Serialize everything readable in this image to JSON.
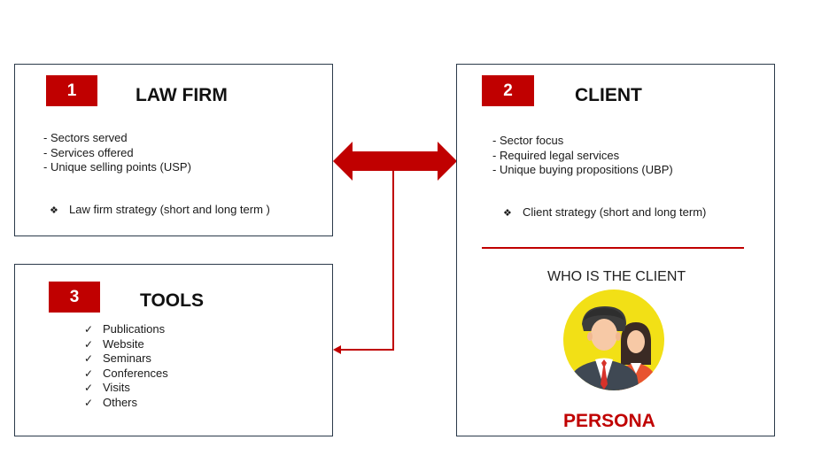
{
  "law_firm": {
    "number": "1",
    "title": "LAW FIRM",
    "lines": [
      "- Sectors served",
      "- Services offered",
      "- Unique selling points (USP)"
    ],
    "strategy": "Law firm strategy (short and long term )"
  },
  "client": {
    "number": "2",
    "title": "CLIENT",
    "lines": [
      "- Sector focus",
      "- Required legal services",
      "- Unique buying propositions (UBP)"
    ],
    "strategy": "Client strategy (short and long term)",
    "who_label": "WHO IS THE CLIENT",
    "persona_label": "PERSONA"
  },
  "tools": {
    "number": "3",
    "title": "TOOLS",
    "items": [
      "Publications",
      "Website",
      "Seminars",
      "Conferences",
      "Visits",
      "Others"
    ]
  },
  "icons": {
    "bullet_diamond": "❖",
    "check": "✓",
    "persona": "persona-icon"
  },
  "colors": {
    "accent": "#c00000",
    "border": "#2b3a4a",
    "persona_circle": "#f2e016"
  }
}
